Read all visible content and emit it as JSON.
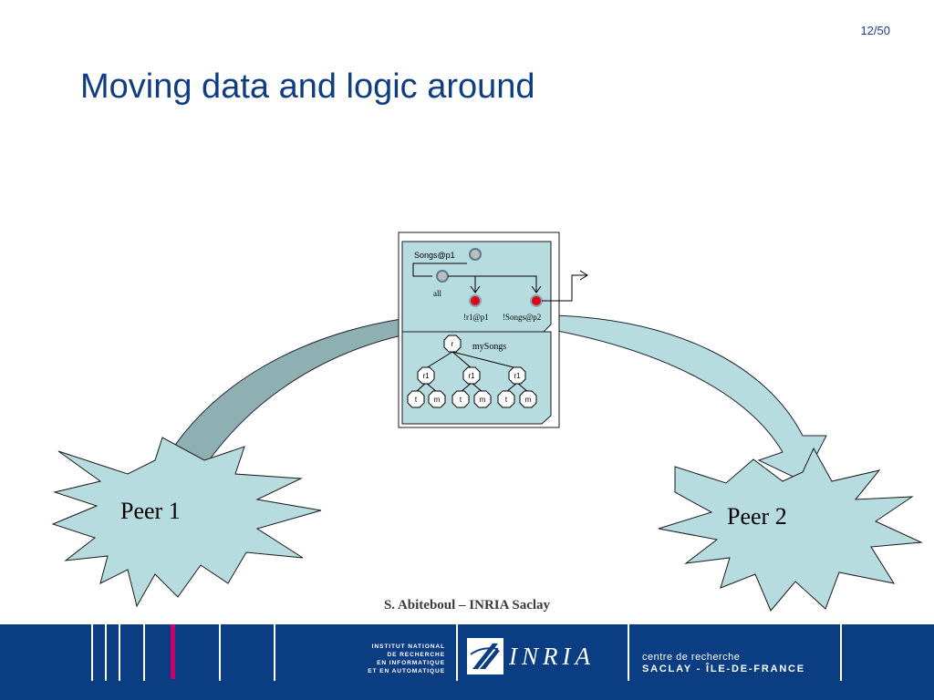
{
  "slide": {
    "page_number": "12/50",
    "title": "Moving data and logic around"
  },
  "diagram": {
    "document": {
      "name": "Songs@p1",
      "node_all": "all",
      "node_r1": "!r1@p1",
      "node_songs": "!Songs@p2",
      "tree_label": "mySongs",
      "root": "r",
      "child": "r1",
      "leaf_t": "t",
      "leaf_m": "m"
    },
    "peers": {
      "peer1": "Peer 1",
      "peer2": "Peer 2"
    },
    "colors": {
      "doc_fill": "#b7dce0",
      "arrow_fill": "#b7dce0",
      "arrow_dark": "#8fb0b2",
      "star_fill": "#b7dce0",
      "node_red": "#e0001b",
      "node_grey": "#bdbdbd"
    }
  },
  "footer": {
    "author": "S. Abiteboul – INRIA Saclay",
    "institute_lines": [
      "INSTITUT NATIONAL",
      "DE RECHERCHE",
      "EN INFORMATIQUE",
      "ET EN AUTOMATIQUE"
    ],
    "logo_word": "INRIA",
    "center_line1": "centre de recherche",
    "center_line2": "SACLAY - ÎLE-DE-FRANCE",
    "bar_color": "#0a3d82",
    "accent_color": "#c8006e"
  }
}
